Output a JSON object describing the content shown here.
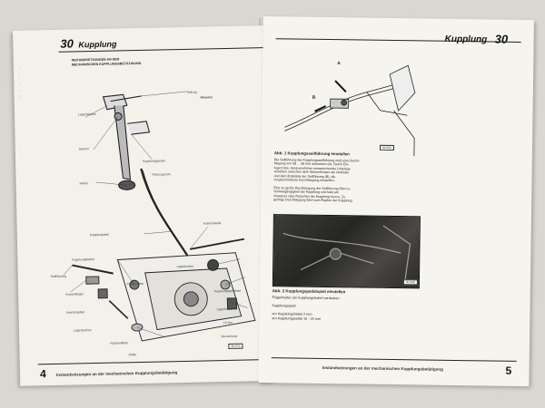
{
  "left_page": {
    "section_number": "30",
    "section_title": "Kupplung",
    "page_number": "4",
    "footer_text": "Instandsetzungen an der mechanischen Kupplungsbetätigung",
    "figure_heading_1": "INSTANDSETZUNGEN AN DER",
    "figure_heading_2": "MECHANISCHEN KUPPLUNGSBETÄTIGUNG",
    "hint_title": "Hinweis:",
    "labels": [
      "Lagerbüchse",
      "Seilzug",
      "Gummi",
      "Kupplungspedal",
      "Führungsrohr",
      "Hebel",
      "Kupplungsseil",
      "Kupplungshebel",
      "Seilführung",
      "Ausrücklager",
      "Ausrückgabel",
      "Lagerbuchse",
      "Rückholfeder",
      "Hülse",
      "Lagerbolzen",
      "Kupplungsgehäuse",
      "Lagerhülse",
      "15 Nm",
      "Verzahnung",
      "Ausrückwelle",
      "Federmutter"
    ],
    "figure_code": "30-670"
  },
  "right_page": {
    "section_title": "Kupplung",
    "section_number": "30",
    "page_number": "5",
    "footer_text": "Instandsetzungen an der mechanischen Kupplungsbetätigung",
    "fig1_caption": "Abb. 1   Kupplungsseilführung einstellen",
    "fig1_code": "30 666",
    "fig1_marker_a": "A",
    "fig1_marker_b": "B",
    "fig1_text": [
      "Die Seilführung der Kupplungsseilführung muß eine Durch-",
      "biegung von 65 ... 95 mm aufweisen (A). Durch Ein-",
      "legen bzw. Herausnehmen entsprechender Unterleg-",
      "scheiben zwischen dem Stützenkörper am Getriebe",
      "und dem Endstück der Seilführung (B), die",
      "vorgeschriebene Durchbiegung einstellen.",
      "",
      "Eine zu große Durchbiegung der Seilführung führt zu",
      "Schwergängigkeit der Kupplung und hakt am",
      "Ansetzen oder Rutschen der Kupplung hervor. Zu",
      "geringe Durchbiegung führt zum Rupfen der Kupplung."
    ],
    "fig2_caption": "Abb. 2   Kupplungspedalspiel einstellen",
    "fig2_code": "30 668",
    "fig2_text": [
      "Flügelmutter am Kupplungshebel verdrehen.",
      "",
      "Kupplungsspiel:",
      "",
      "am Kupplungshebel 2 mm",
      "am Kupplungspedal 10 - 25 mm"
    ]
  }
}
